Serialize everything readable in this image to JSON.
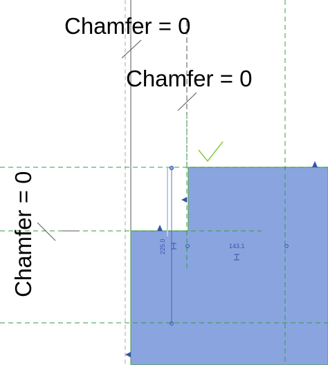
{
  "view": {
    "background_color": "#ffffff",
    "solid_fill_color": "#8aa4df",
    "solid_edge_color": "#5aa05a",
    "guide_color": "#2e9e3e",
    "reference_line_color": "#555555",
    "witness_line_color": "#b8cbe8",
    "dimension_color": "#3355aa"
  },
  "annotations": {
    "chamfer_top": "Chamfer = 0",
    "chamfer_middle": "Chamfer = 0",
    "chamfer_left": "Chamfer = 0"
  },
  "dimensions": {
    "vertical_value": "225.0",
    "horizontal_value": "143.1"
  },
  "icons": {
    "checkmark": "checkmark-icon",
    "dimension_symbol": "dimension-i-icon",
    "arrow_marker": "triangle-marker-icon",
    "grip_point": "circle-grip-icon",
    "chamfer_tick": "slash-tick-icon"
  }
}
